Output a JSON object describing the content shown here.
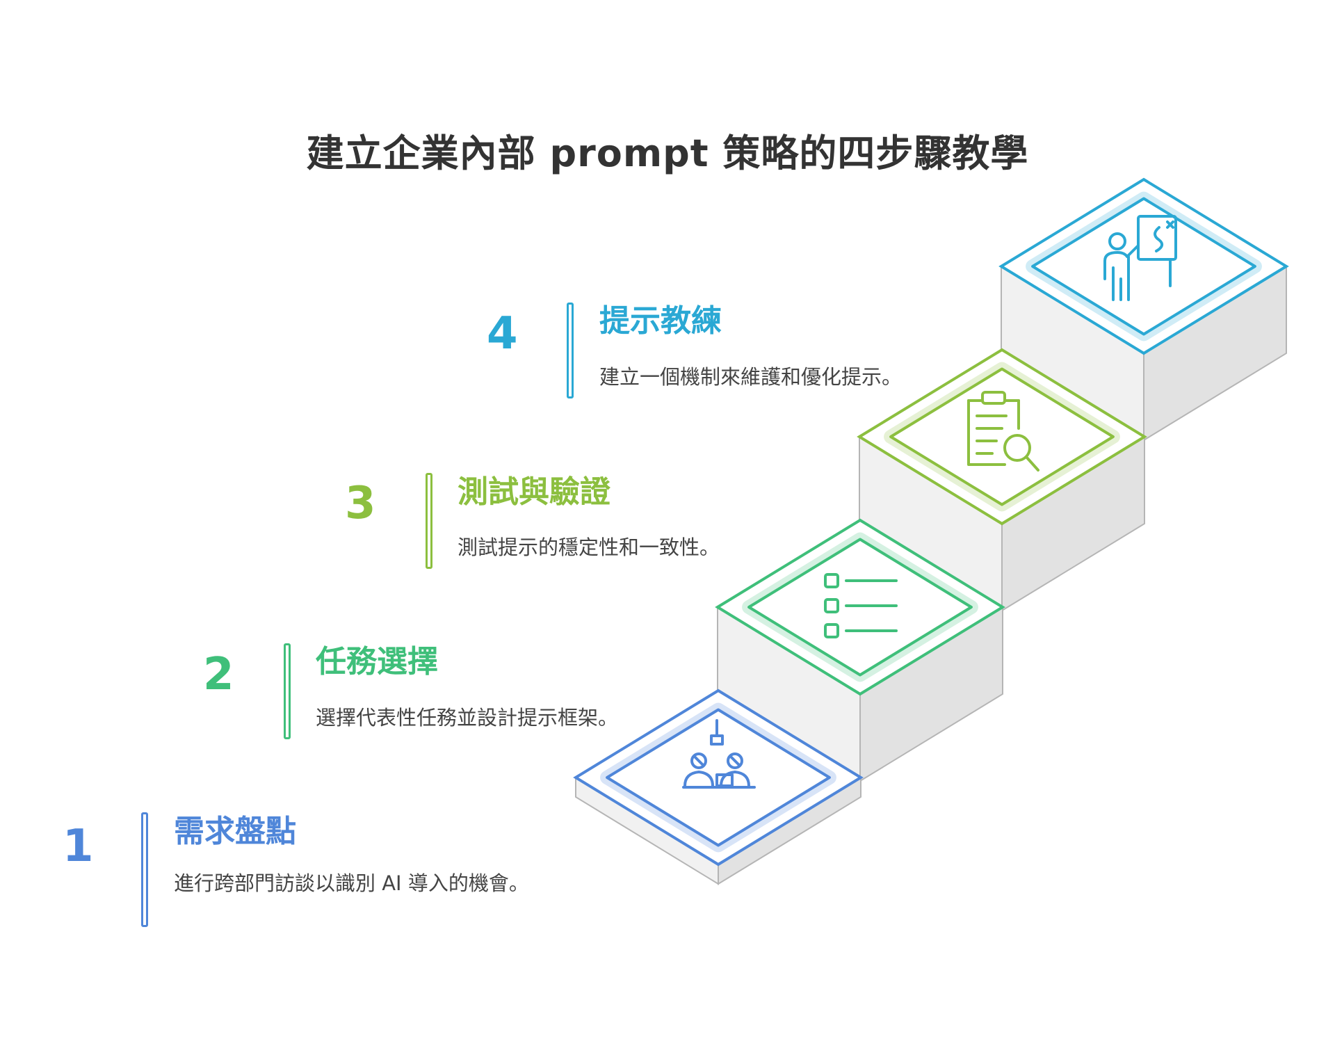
{
  "title": "建立企業內部 prompt 策略的四步驟教學",
  "colors": {
    "step1": "#4f86d9",
    "step2": "#3fbf7a",
    "step3": "#8cbf3f",
    "step4": "#2aa8d4",
    "stair_top": "#ffffff",
    "stair_face": "#f1f1f1",
    "stair_edge": "#b5b5b5"
  },
  "steps": [
    {
      "number": "1",
      "title": "需求盤點",
      "description": "進行跨部門訪談以識別 AI 導入的機會。",
      "icon": "team-meeting-icon"
    },
    {
      "number": "2",
      "title": "任務選擇",
      "description": "選擇代表性任務並設計提示框架。",
      "icon": "checklist-icon"
    },
    {
      "number": "3",
      "title": "測試與驗證",
      "description": "測試提示的穩定性和一致性。",
      "icon": "clipboard-search-icon"
    },
    {
      "number": "4",
      "title": "提示教練",
      "description": "建立一個機制來維護和優化提示。",
      "icon": "coach-whiteboard-icon"
    }
  ]
}
